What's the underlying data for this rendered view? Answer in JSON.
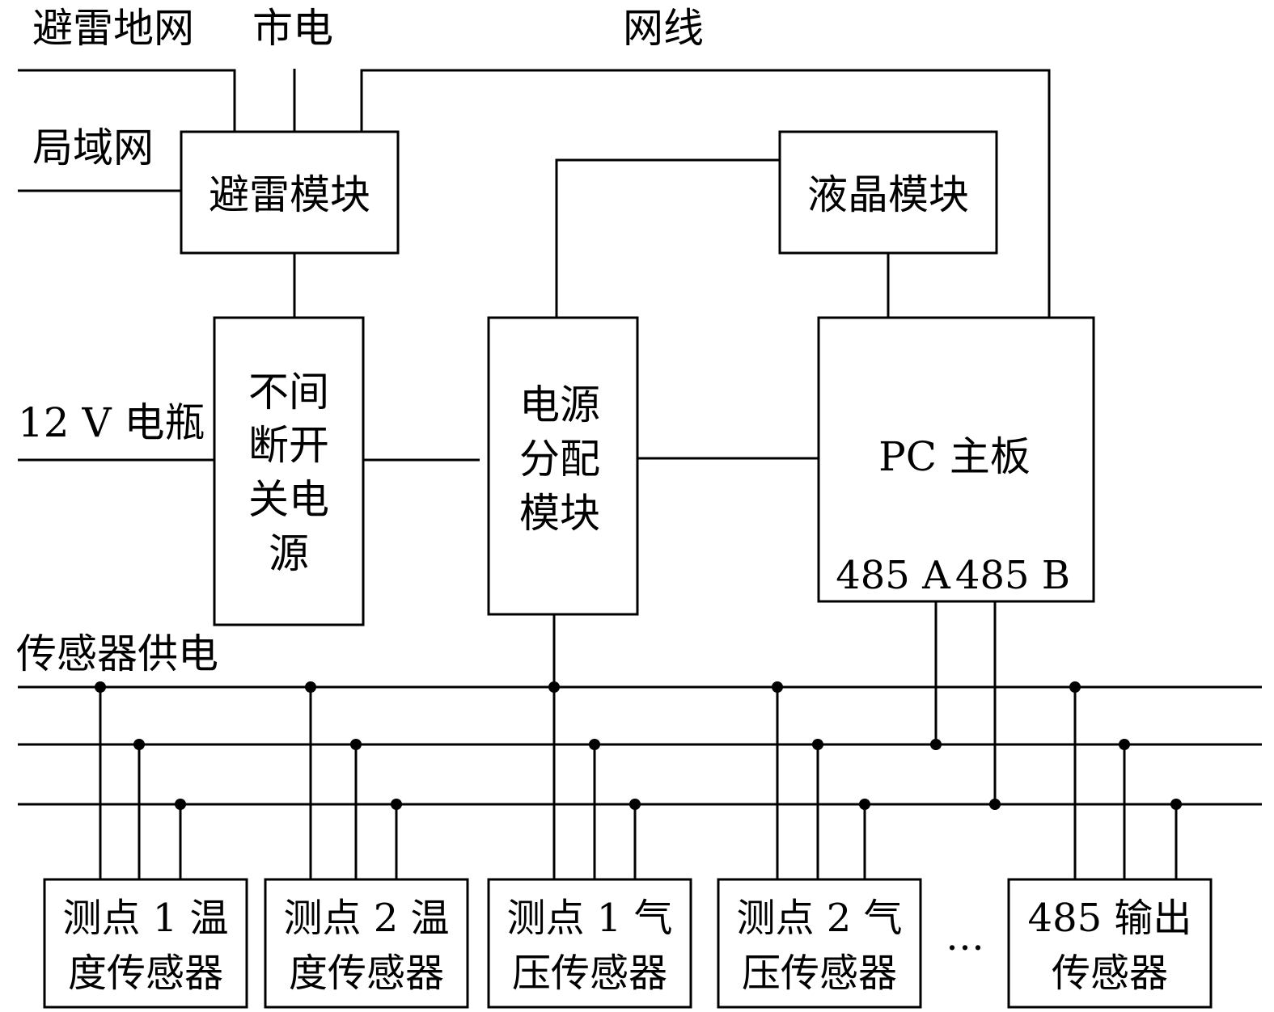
{
  "inputs": {
    "lightning_ground": "避雷地网",
    "mains": "市电",
    "network_cable": "网线",
    "lan": "局域网",
    "battery": "12 V 电瓶",
    "sensor_power": "传感器供电"
  },
  "modules": {
    "lightning_module": "避雷模块",
    "lcd_module": "液晶模块",
    "ups_lines": [
      "不间",
      "断开",
      "关电",
      "源"
    ],
    "power_dist_lines": [
      "电源",
      "分配",
      "模块"
    ],
    "pc_board": "PC 主板",
    "rs485_a": "485 A",
    "rs485_b": "485 B"
  },
  "sensors": [
    {
      "line1": "测点 1 温",
      "line2": "度传感器"
    },
    {
      "line1": "测点 2 温",
      "line2": "度传感器"
    },
    {
      "line1": "测点 1 气",
      "line2": "压传感器"
    },
    {
      "line1": "测点 2 气",
      "line2": "压传感器"
    },
    {
      "line1": "485 输出",
      "line2": "传感器"
    }
  ],
  "ellipsis": "…"
}
